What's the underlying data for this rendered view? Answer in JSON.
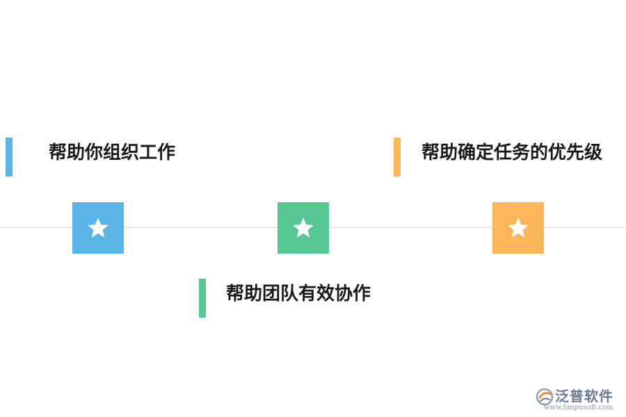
{
  "items": [
    {
      "label": "帮助你组织工作",
      "color": "#5ab4e5",
      "icon": "star-icon"
    },
    {
      "label": "帮助团队有效协作",
      "color": "#57c894",
      "icon": "star-icon"
    },
    {
      "label": "帮助确定任务的优先级",
      "color": "#fcb657",
      "icon": "star-icon"
    }
  ],
  "watermark": {
    "name": "泛普软件",
    "url": "www.fanpusoft.com",
    "logo_icon": "fanpu-logo-icon"
  }
}
